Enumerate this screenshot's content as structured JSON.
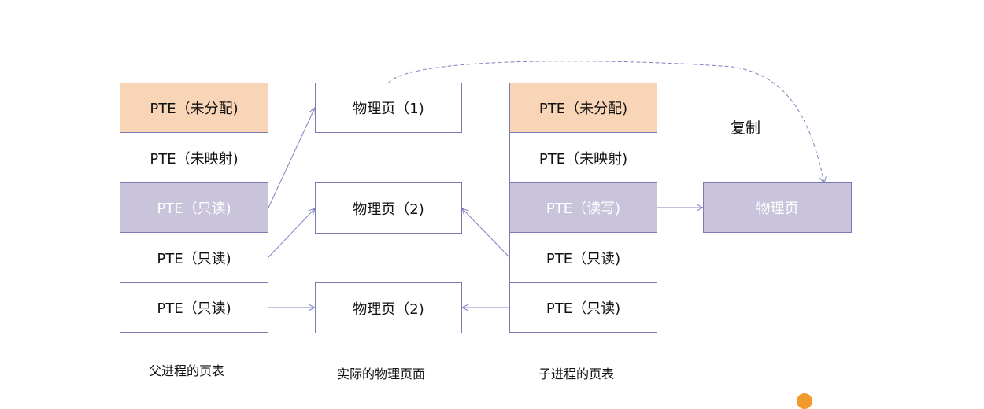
{
  "parent_table": {
    "caption": "父进程的页表",
    "rows": [
      "PTE（未分配)",
      "PTE（未映射)",
      "PTE（只读)",
      "PTE（只读)",
      "PTE（只读)"
    ]
  },
  "physical_pages": {
    "caption": "实际的物理页面",
    "pages": [
      "物理页（1)",
      "物理页（2)",
      "物理页（2)"
    ]
  },
  "child_table": {
    "caption": "子进程的页表",
    "rows": [
      "PTE（未分配)",
      "PTE（未映射)",
      "PTE（读写)",
      "PTE（只读)",
      "PTE（只读)"
    ]
  },
  "copied_page": {
    "label": "物理页"
  },
  "copy_label": "复制",
  "colors": {
    "unallocated": "#f9d5b8",
    "highlight": "#c9c3db",
    "border": "#7b7bb3",
    "arrow": "#8080c0"
  }
}
